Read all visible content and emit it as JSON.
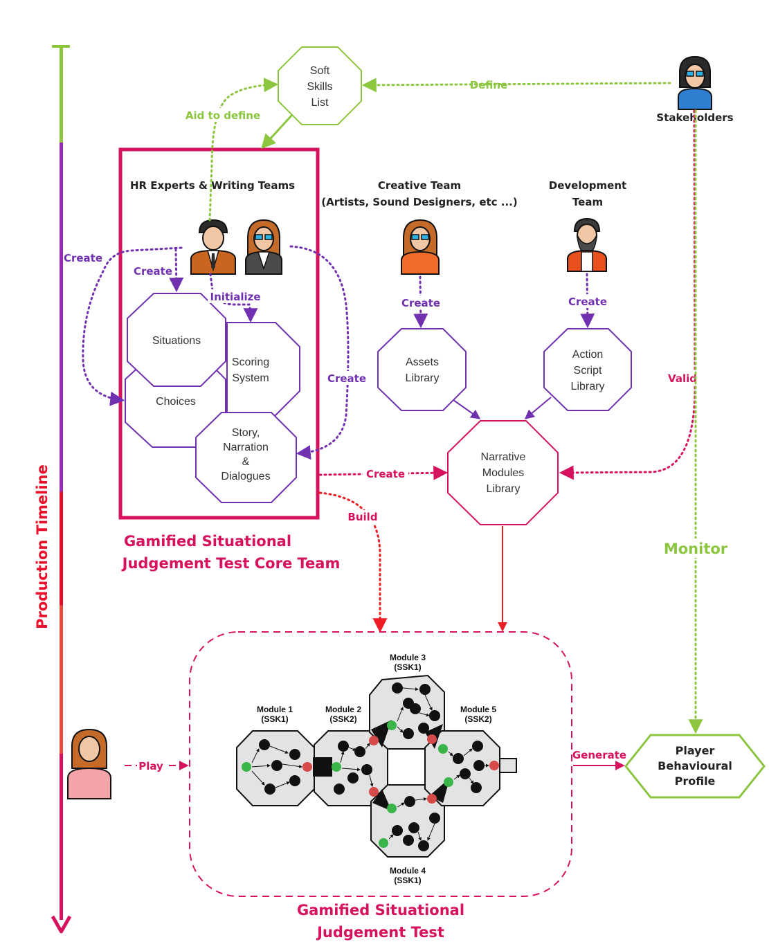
{
  "colors": {
    "green": "#8cc63f",
    "purple": "#7030b0",
    "magenta": "#d6115e",
    "red": "#ee1c25"
  },
  "timeline": {
    "label": "Production Timeline"
  },
  "nodes": {
    "soft_skills": [
      "Soft",
      "Skills",
      "List"
    ],
    "situations": [
      "Situations"
    ],
    "scoring": [
      "Scoring",
      "System"
    ],
    "choices": [
      "Choices"
    ],
    "story": [
      "Story,",
      "Narration",
      "&",
      "Dialogues"
    ],
    "assets": [
      "Assets",
      "Library"
    ],
    "action_script": [
      "Action",
      "Script",
      "Library"
    ],
    "narrative": [
      "Narrative",
      "Modules",
      "Library"
    ],
    "player_profile": [
      "Player",
      "Behavioural",
      "Profile"
    ]
  },
  "roles": {
    "stakeholders": "Stakeholders",
    "hr_team": "HR Experts & Writing Teams",
    "creative_team": [
      "Creative Team",
      "(Artists, Sound Designers, etc ...)"
    ],
    "development_team": [
      "Development",
      "Team"
    ]
  },
  "edge_labels": {
    "define": "Define",
    "aid_to_define": "Aid to define",
    "create_left": "Create",
    "create_inner": "Create",
    "initialize": "Initialize",
    "create_right": "Create",
    "create_assets": "Create",
    "create_action": "Create",
    "valid": "Valid",
    "create_narrative": "Create",
    "build": "Build",
    "monitor": "Monitor",
    "play": "Play",
    "generate": "Generate"
  },
  "core_team_title": [
    "Gamified Situational",
    "Judgement Test Core Team"
  ],
  "test_title": [
    "Gamified Situational",
    "Judgement Test"
  ],
  "modules": {
    "m1": [
      "Module 1",
      "(SSK1)"
    ],
    "m2": [
      "Module 2",
      "(SSK2)"
    ],
    "m3": [
      "Module 3",
      "(SSK1)"
    ],
    "m4": [
      "Module 4",
      "(SSK1)"
    ],
    "m5": [
      "Module 5",
      "(SSK2)"
    ]
  }
}
